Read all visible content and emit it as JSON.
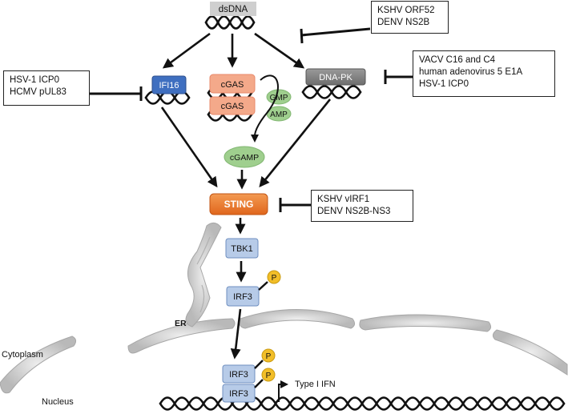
{
  "labels": {
    "dsdna": "dsDNA",
    "ifi16": "IFI16",
    "cgas_top": "cGAS",
    "cgas_bottom": "cGAS",
    "gmp": "GMP",
    "amp": "AMP",
    "dnapk": "DNA-PK",
    "cgamp": "cGAMP",
    "sting": "STING",
    "tbk1": "TBK1",
    "irf3": "IRF3",
    "irf3_nuc_top": "IRF3",
    "irf3_nuc_bottom": "IRF3",
    "p": "P",
    "er": "ER",
    "cytoplasm": "Cytoplasm",
    "nucleus": "Nucleus",
    "type1ifn": "Type I IFN"
  },
  "inhibitors": {
    "dsdna_sensing": [
      "KSHV ORF52",
      "DENV NS2B"
    ],
    "ifi16": [
      "HSV-1 ICP0",
      "HCMV pUL83"
    ],
    "dnapk": [
      "VACV C16 and C4",
      "human adenovirus 5 E1A",
      "HSV-1 ICP0"
    ],
    "sting": [
      "KSHV vIRF1",
      "DENV NS2B-NS3"
    ]
  },
  "colors": {
    "ifi16": "#3f6fc0",
    "cgas": "#f4a98a",
    "gmp_amp": "#9fcf8e",
    "dnapk": "#8a8a8a",
    "sting": "#ec7a2e",
    "pathway_box": "#b7cbe8",
    "phosphate": "#f2be28",
    "membrane": "#d2d2d2"
  }
}
